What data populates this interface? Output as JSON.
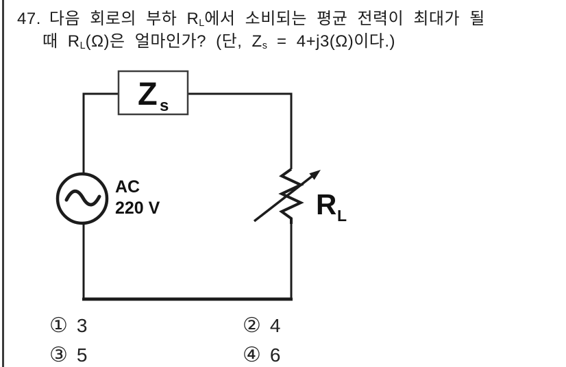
{
  "page": {
    "background": "#ffffff",
    "border_color": "#3a3a3a",
    "ink_color": "#1c1c1c"
  },
  "question": {
    "number": "47.",
    "line1": {
      "t1": "다음 회로의 부하 R",
      "sub1": "L",
      "t2": "에서 소비되는 평균 전력이 최대가 될"
    },
    "line2": {
      "t1": "때 R",
      "sub1": "L",
      "t2": "(Ω)은 얼마인가? (단, Z",
      "sub2": "s",
      "t3": " = 4+j3(Ω)이다.)"
    }
  },
  "circuit": {
    "impedance": {
      "label": "Z",
      "sub": "s"
    },
    "source": {
      "type": "AC",
      "voltage": "220 V"
    },
    "load": {
      "label": "R",
      "sub": "L"
    }
  },
  "options": [
    {
      "marker": "①",
      "value": "3"
    },
    {
      "marker": "②",
      "value": "4"
    },
    {
      "marker": "③",
      "value": "5"
    },
    {
      "marker": "④",
      "value": "6"
    }
  ]
}
